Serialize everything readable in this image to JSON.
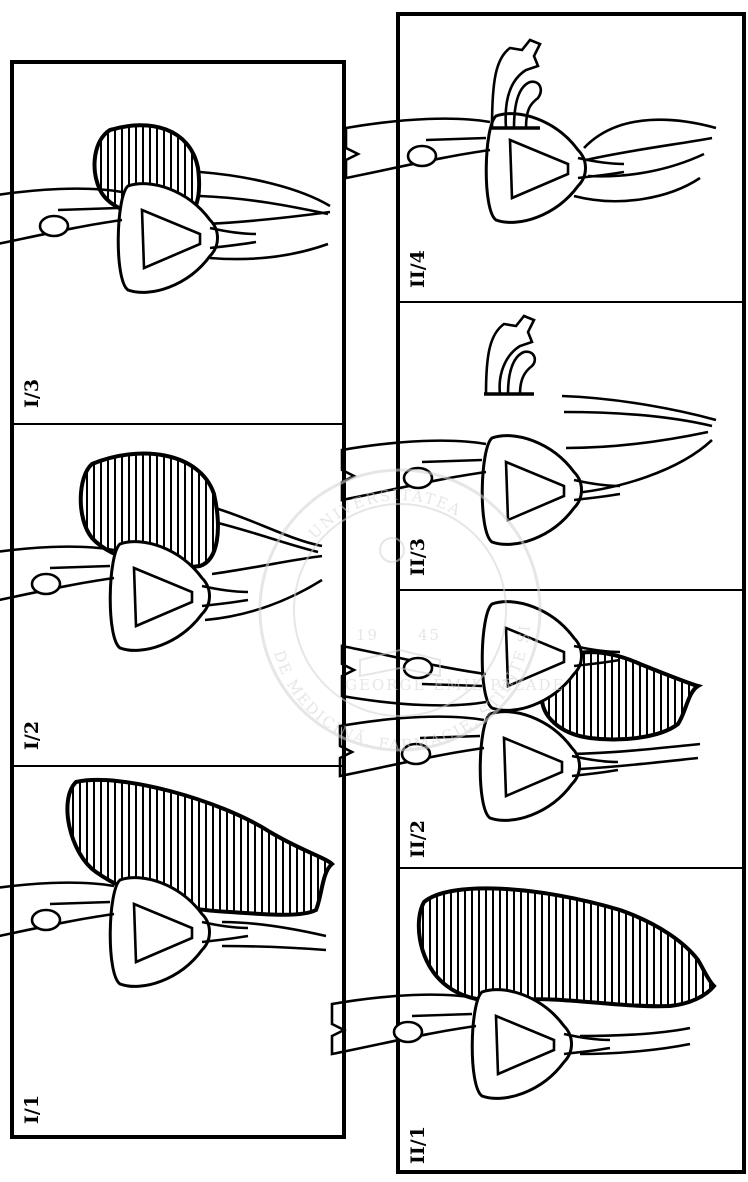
{
  "figure": {
    "left_column": {
      "panels": [
        {
          "id": "I/1",
          "label": "I/1"
        },
        {
          "id": "I/2",
          "label": "I/2"
        },
        {
          "id": "I/3",
          "label": "I/3"
        }
      ]
    },
    "right_column": {
      "panels": [
        {
          "id": "II/1",
          "label": "II/1"
        },
        {
          "id": "II/2",
          "label": "II/2"
        },
        {
          "id": "II/3",
          "label": "II/3"
        },
        {
          "id": "II/4",
          "label": "II/4"
        }
      ]
    }
  },
  "watermark": {
    "top_text": "UNIVERSITATEA",
    "middle_text": "GEORGE EMIL PALADE",
    "bottom_text": "DE MEDICINĂ, FARMACIE, ȘTIINȚE ȘI TEHNOLOGIE",
    "year_left": "19",
    "year_right": "45"
  },
  "colors": {
    "ink": "#000000",
    "background": "#ffffff",
    "watermark": "#d3d3d3"
  }
}
